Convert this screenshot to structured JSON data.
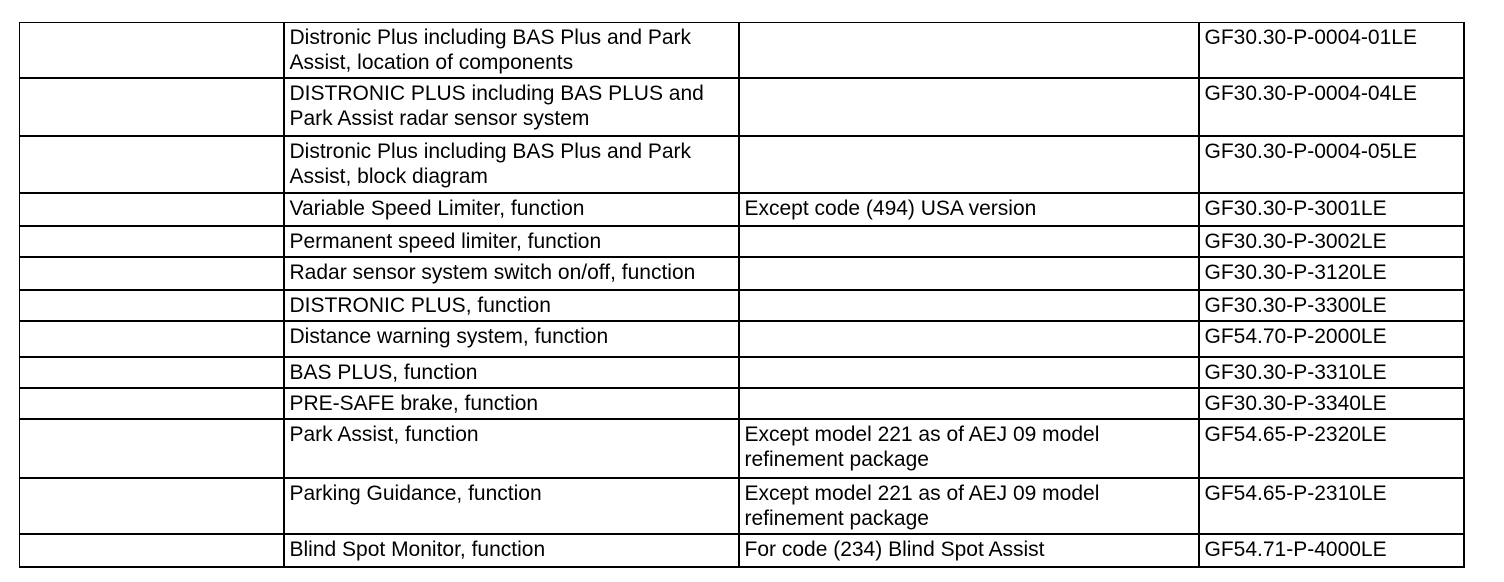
{
  "colors": {
    "border": "#000000",
    "background": "#ffffff",
    "text": "#000000"
  },
  "document": {
    "description_header": "",
    "rows": [
      {
        "description": "Distronic Plus including BAS Plus and Park Assist, location of components",
        "condition": "",
        "code": "GF30.30-P-0004-01LE"
      },
      {
        "description": "DISTRONIC PLUS including BAS PLUS and Park Assist radar sensor system",
        "condition": "",
        "code": "GF30.30-P-0004-04LE"
      },
      {
        "description": "Distronic Plus including BAS Plus and Park Assist, block diagram",
        "condition": "",
        "code": "GF30.30-P-0004-05LE"
      },
      {
        "description": "Variable Speed Limiter, function",
        "condition": "Except code (494) USA version",
        "code": "GF30.30-P-3001LE"
      },
      {
        "description": "Permanent speed limiter, function",
        "condition": "",
        "code": "GF30.30-P-3002LE"
      },
      {
        "description": "Radar sensor system switch on/off, function",
        "condition": "",
        "code": "GF30.30-P-3120LE"
      },
      {
        "description": "DISTRONIC PLUS, function",
        "condition": "",
        "code": "GF30.30-P-3300LE"
      },
      {
        "description": "Distance warning system, function",
        "condition": "",
        "code": "GF54.70-P-2000LE"
      },
      {
        "description": "BAS PLUS, function",
        "condition": "",
        "code": "GF30.30-P-3310LE"
      },
      {
        "description": "PRE-SAFE brake, function",
        "condition": "",
        "code": "GF30.30-P-3340LE"
      },
      {
        "description": "Park Assist, function",
        "condition": "Except model 221 as of AEJ 09 model refinement package",
        "code": "GF54.65-P-2320LE"
      },
      {
        "description": "Parking Guidance, function",
        "condition": "Except model 221 as of AEJ 09 model refinement package",
        "code": "GF54.65-P-2310LE"
      },
      {
        "description": "Blind Spot Monitor, function",
        "condition": "For code (234) Blind Spot Assist",
        "code": "GF54.71-P-4000LE"
      }
    ]
  }
}
